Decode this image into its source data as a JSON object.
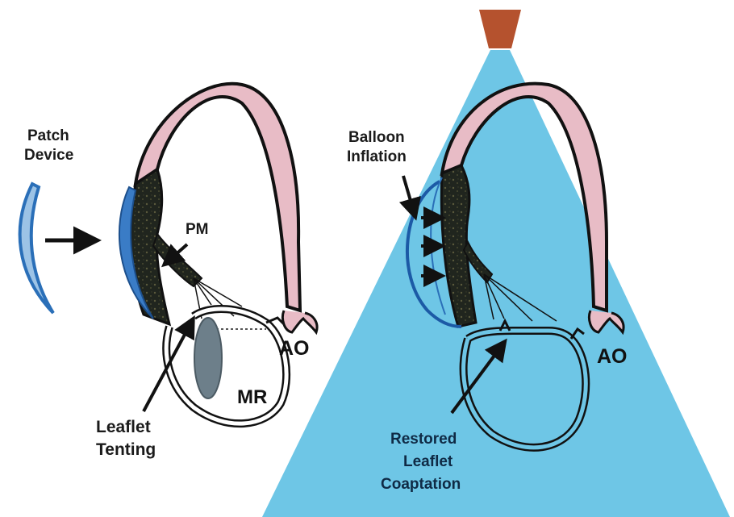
{
  "labels": {
    "patch_device_line1": "Patch",
    "patch_device_line2": "Device",
    "pm": "PM",
    "ao_left": "AO",
    "mr": "MR",
    "leaflet_tenting_line1": "Leaflet",
    "leaflet_tenting_line2": "Tenting",
    "balloon_inflation_line1": "Balloon",
    "balloon_inflation_line2": "Inflation",
    "ao_right": "AO",
    "restored_line1": "Restored",
    "restored_line2": "Leaflet",
    "restored_line3": "Coaptation"
  },
  "colors": {
    "ultrasound_beam": "#6ec6e6",
    "transducer": "#b5522e",
    "aorta_fill": "#e8bcc6",
    "myocardium": "#1f241d",
    "patch_blue": "#2a6fb8",
    "regurgitant_jet": "#6d7f8a",
    "outline": "#111111"
  },
  "icons": {
    "patch_arrow": "right-arrow-icon",
    "pm_arrow": "down-left-arrow-icon",
    "tenting_arrow": "up-right-arrow-icon",
    "balloon_arrow": "down-arrow-icon",
    "inflation_arrows": "right-arrow-icon",
    "coaptation_arrow": "up-right-arrow-icon"
  }
}
